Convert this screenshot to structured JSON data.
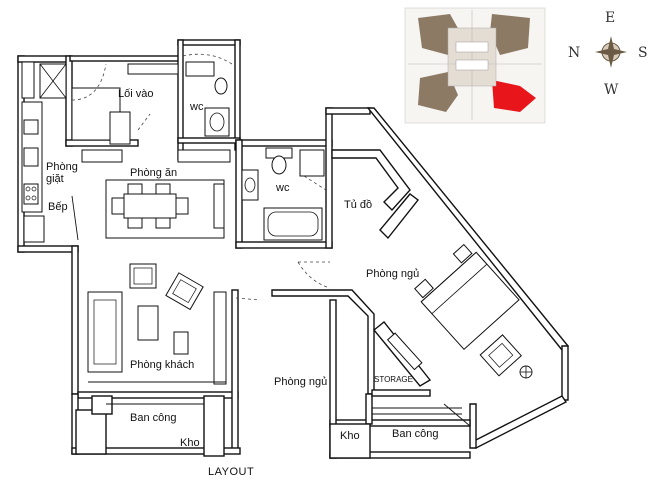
{
  "rooms": {
    "loi_vao": "Lối vào",
    "wc_1": "wc",
    "wc_2": "wc",
    "phong_giat_line1": "Phòng",
    "phong_giat_line2": "giặt",
    "bep": "Bếp",
    "phong_an": "Phòng ăn",
    "tu_do": "Tủ đồ",
    "phong_ngu_1": "Phòng ngủ",
    "phong_khach": "Phòng khách",
    "phong_ngu_2": "Phòng ngủ",
    "storage": "STORAGE",
    "ban_cong_1": "Ban công",
    "kho_1": "Kho",
    "kho_2": "Kho",
    "ban_cong_2": "Ban công"
  },
  "caption": "LAYOUT",
  "compass": {
    "north": "N",
    "east": "E",
    "south": "S",
    "west": "W"
  },
  "colors": {
    "highlight": "#e8161b",
    "tower": "#8c7a64",
    "tower_light": "#cfc7bb"
  }
}
